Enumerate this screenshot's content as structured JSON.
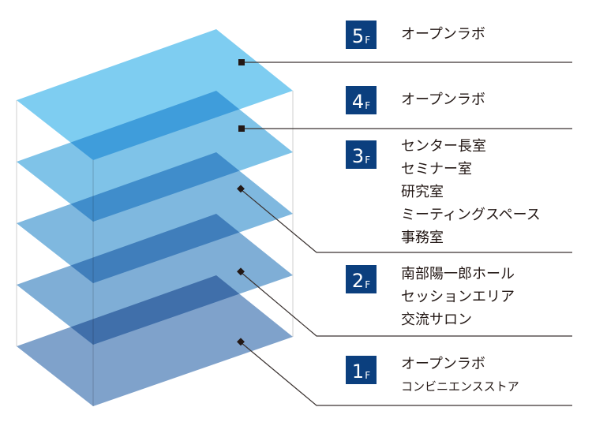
{
  "floors": [
    {
      "number": "5",
      "unit": "F",
      "rooms": [
        "オープンラボ"
      ],
      "color": "#7ecdf1"
    },
    {
      "number": "4",
      "unit": "F",
      "rooms": [
        "オープンラボ"
      ],
      "color": "#7fc3e8"
    },
    {
      "number": "3",
      "unit": "F",
      "rooms": [
        "センター長室",
        "セミナー室",
        "研究室",
        "ミーティングスペース",
        "事務室"
      ],
      "color": "#7fb8df"
    },
    {
      "number": "2",
      "unit": "F",
      "rooms": [
        "南部陽一郎ホール",
        "セッションエリア",
        "交流サロン"
      ],
      "color": "#7faed6"
    },
    {
      "number": "1",
      "unit": "F",
      "rooms": [
        "オープンラボ",
        "コンビニエンスストア"
      ],
      "color": "#7fa2cb"
    }
  ],
  "badge_color": "#0b3f7e"
}
